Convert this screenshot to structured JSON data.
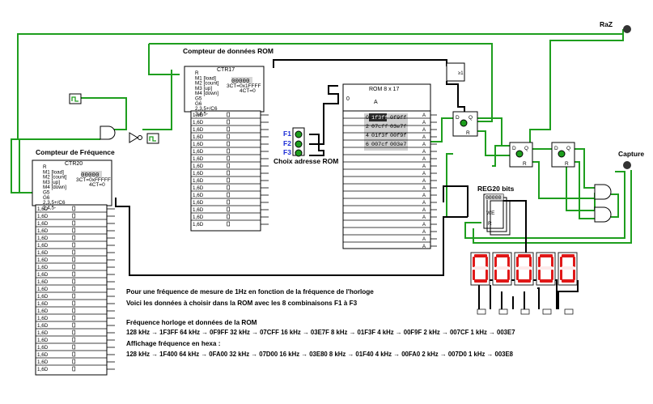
{
  "titles": {
    "rom_counter": "Compteur de données ROM",
    "freq_counter": "Compteur de Fréquence",
    "rom_select": "Choix adresse ROM",
    "reg": "REG20 bits",
    "raz": "RaZ",
    "capture": "Capture"
  },
  "selectors": [
    "F1",
    "F2",
    "F3"
  ],
  "ctr17": {
    "name": "CTR17",
    "pins": [
      "R",
      "M1 [load]",
      "M2 [count]",
      "M3 [up]",
      "M4 [down]",
      "G5",
      "G6",
      "2,3,5+/C6",
      "2,4,5-"
    ],
    "value": "00000",
    "outputs": [
      "3CT=0x1FFFF",
      "4CT=0"
    ],
    "row_label": "1,6D"
  },
  "ctr20": {
    "name": "CTR20",
    "pins": [
      "R",
      "M1 [load]",
      "M2 [count]",
      "M3 [up]",
      "M4 [down]",
      "G5",
      "G6",
      "2,3,5+/C6",
      "2,4,5-"
    ],
    "value": "00000",
    "outputs": [
      "3CT=0xFFFFF",
      "4CT=0"
    ],
    "row_label": "1,6D"
  },
  "rom": {
    "name": "ROM 8 x 17",
    "address_label": "A",
    "data_rows": [
      {
        "addr": "0",
        "a": "1f3ff",
        "b": "0f9ff"
      },
      {
        "addr": "2",
        "a": "07cff",
        "b": "03e7f"
      },
      {
        "addr": "4",
        "a": "01f3f",
        "b": "00f9f"
      },
      {
        "addr": "6",
        "a": "007cf",
        "b": "003e7"
      }
    ]
  },
  "register": {
    "value": "00000",
    "pins": [
      "WE",
      "R"
    ]
  },
  "display": {
    "digits": [
      "0",
      "0",
      "0",
      "0",
      "0"
    ],
    "color": "#e01818"
  },
  "notes": {
    "line1": "Pour une fréquence de mesure de 1Hz en fonction de la fréquence de l'horloge",
    "line2": "Voici les données à choisir dans la ROM avec les 8 combinaisons F1 à F3",
    "heading1": "Fréquence horloge et données de la ROM",
    "rom_values": "128 kHz → 1F3FF 64 kHz → 0F9FF 32 kHz → 07CFF 16 kHz → 03E7F 8 kHz → 01F3F 4 kHz → 00F9F 2 kHz → 007CF 1 kHz → 003E7",
    "heading2": "Affichage fréquence en hexa :",
    "hex_values": "128 kHz → 1F400  64 kHz → 0FA00  32 kHz → 07D00  16 kHz → 03E80   8 kHz → 01F40   4 kHz → 00FA0   2 kHz → 007D0   1 kHz → 003E8"
  },
  "colors": {
    "wire_high": "#1e9e1e",
    "wire_bus": "#000000",
    "selector_text": "#1a2bd6"
  }
}
